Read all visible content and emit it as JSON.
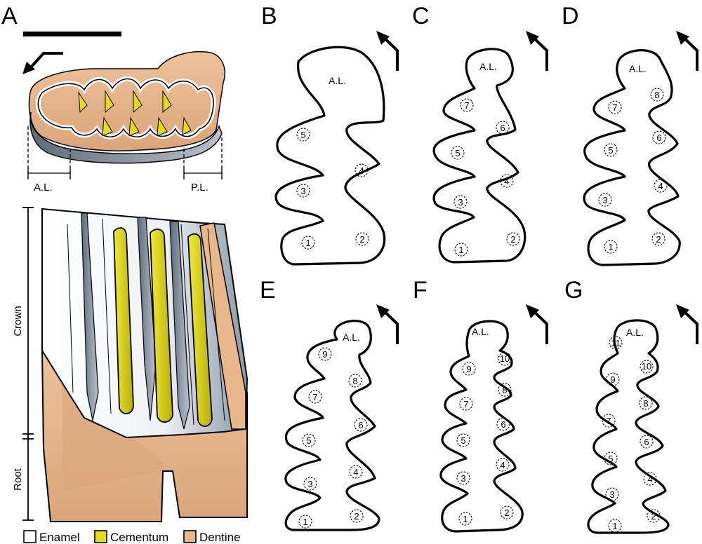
{
  "panels": {
    "A": {
      "letter": "A",
      "lobe_labels": [
        "A.L.",
        "P.L."
      ],
      "side_labels": [
        "Crown",
        "Root"
      ],
      "legend": [
        {
          "label": "Enamel",
          "color": "#ffffff"
        },
        {
          "label": "Cementum",
          "color": "#e3dc1a"
        },
        {
          "label": "Dentine",
          "color": "#e8b88c"
        }
      ]
    },
    "B": {
      "letter": "B",
      "al": "A.L.",
      "numbers": [
        "1",
        "2",
        "3",
        "4",
        "5"
      ]
    },
    "C": {
      "letter": "C",
      "al": "A.L.",
      "numbers": [
        "1",
        "2",
        "3",
        "4",
        "5",
        "6",
        "7"
      ]
    },
    "D": {
      "letter": "D",
      "al": "A.L.",
      "numbers": [
        "1",
        "2",
        "3",
        "4",
        "5",
        "6",
        "7",
        "8"
      ]
    },
    "E": {
      "letter": "E",
      "al": "A.L.",
      "numbers": [
        "1",
        "2",
        "3",
        "4",
        "5",
        "6",
        "7",
        "8",
        "9"
      ]
    },
    "F": {
      "letter": "F",
      "al": "A.L.",
      "numbers": [
        "1",
        "2",
        "3",
        "4",
        "5",
        "6",
        "7",
        "8",
        "9",
        "10"
      ]
    },
    "G": {
      "letter": "G",
      "al": "A.L.",
      "numbers": [
        "1",
        "2",
        "3",
        "4",
        "5",
        "6",
        "7",
        "8",
        "9",
        "10",
        "11"
      ]
    }
  }
}
